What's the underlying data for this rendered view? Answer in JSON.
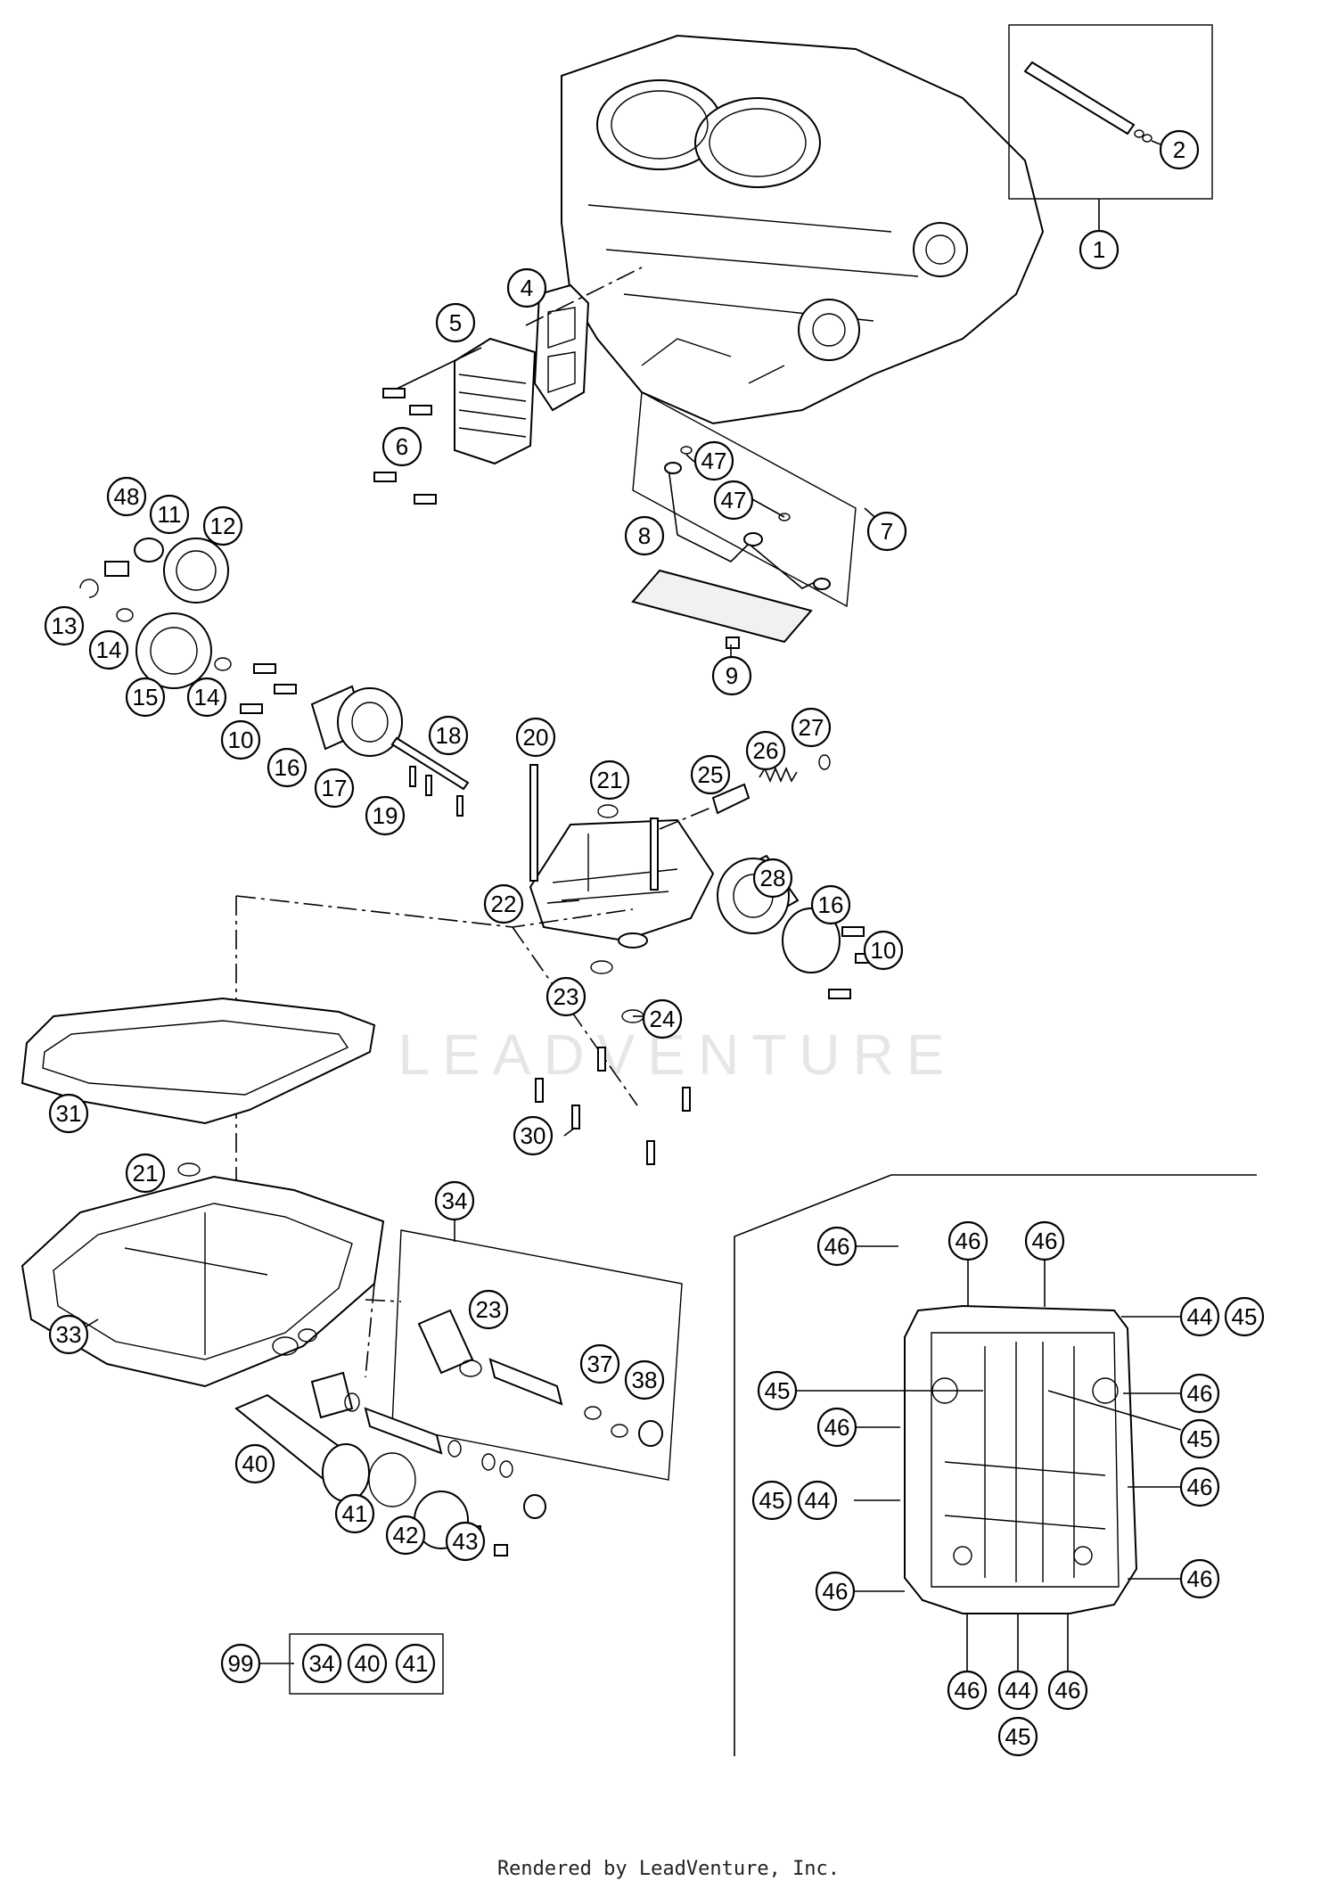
{
  "watermark": "LEADVENTURE",
  "footer": "Rendered by LeadVenture, Inc.",
  "callouts": [
    "1",
    "2",
    "4",
    "5",
    "6",
    "47",
    "47",
    "7",
    "8",
    "9",
    "48",
    "11",
    "12",
    "13",
    "14",
    "15",
    "14",
    "10",
    "16",
    "17",
    "18",
    "19",
    "20",
    "21",
    "25",
    "26",
    "27",
    "22",
    "28",
    "16",
    "10",
    "23",
    "24",
    "30",
    "31",
    "21",
    "34",
    "33",
    "23",
    "37",
    "38",
    "40",
    "41",
    "42",
    "43",
    "99",
    "34",
    "40",
    "41",
    "46",
    "46",
    "44",
    "45",
    "46",
    "45",
    "46",
    "45",
    "46",
    "46",
    "45",
    "44",
    "46",
    "46",
    "46",
    "44",
    "46",
    "45"
  ]
}
